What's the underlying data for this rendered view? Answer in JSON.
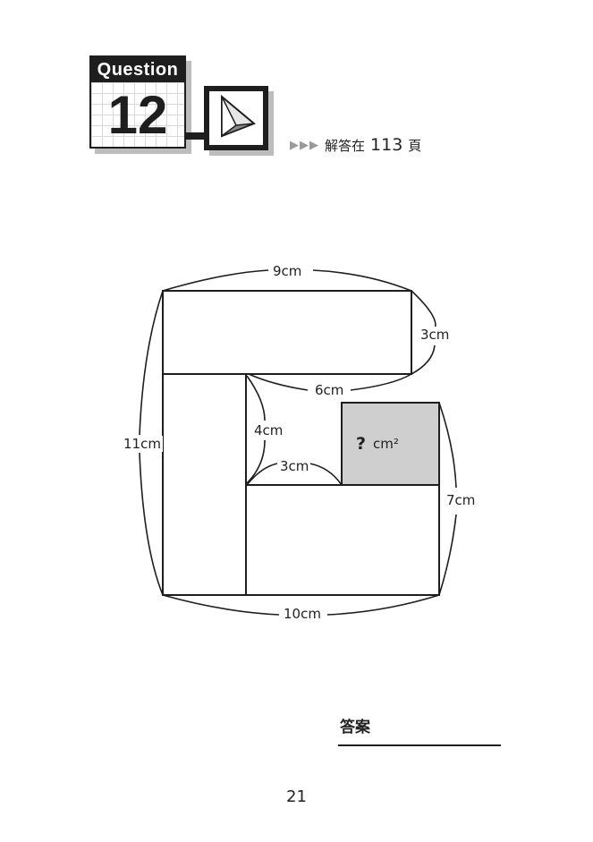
{
  "header": {
    "badge_label": "Question",
    "badge_number": "12",
    "icon": "pyramid-icon",
    "arrows": "▶▶▶",
    "answer_prefix": "解答在",
    "answer_page": "113",
    "answer_suffix": "頁"
  },
  "diagram": {
    "dims": {
      "top_width": "9cm",
      "right_top_height": "3cm",
      "inner_top": "6cm",
      "left_height": "11cm",
      "inner_height": "4cm",
      "inner_step": "3cm",
      "right_bottom_height": "7cm",
      "bottom_width": "10cm"
    },
    "question_mark": "?",
    "question_unit": "cm²",
    "shaded_color": "#cfcfcf",
    "line_color": "#1e1e1e"
  },
  "answer": {
    "label": "答案"
  },
  "page_number": "21"
}
